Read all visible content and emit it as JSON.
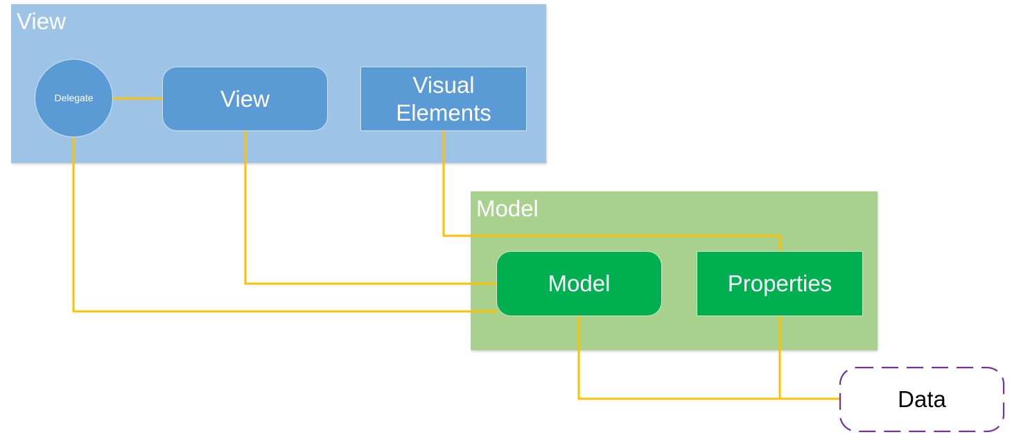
{
  "groups": {
    "view": {
      "title": "View"
    },
    "model": {
      "title": "Model"
    }
  },
  "nodes": {
    "delegate": "Delegate",
    "view": "View",
    "visual_elements": "Visual\nElements",
    "model": "Model",
    "properties": "Properties",
    "data": "Data"
  },
  "colors": {
    "view_group": "#9dc3e6",
    "view_nodes": "#5b9bd5",
    "model_group": "#a9d18e",
    "model_nodes": "#00b050",
    "connector": "#ffc000",
    "data_border": "#7030a0"
  },
  "connections": [
    [
      "delegate",
      "view"
    ],
    [
      "delegate",
      "model"
    ],
    [
      "view",
      "model"
    ],
    [
      "visual_elements",
      "properties"
    ],
    [
      "model",
      "data"
    ],
    [
      "properties",
      "data"
    ]
  ]
}
